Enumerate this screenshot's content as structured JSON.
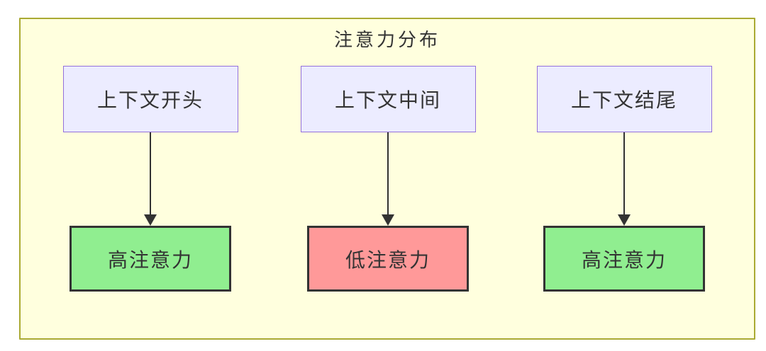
{
  "diagram": {
    "title": "注意力分布",
    "columns": [
      {
        "source_label": "上下文开头",
        "target_label": "高注意力",
        "attention_level": "high",
        "target_fill": "#90EE90"
      },
      {
        "source_label": "上下文中间",
        "target_label": "低注意力",
        "attention_level": "low",
        "target_fill": "#FF9999"
      },
      {
        "source_label": "上下文结尾",
        "target_label": "高注意力",
        "attention_level": "high",
        "target_fill": "#90EE90"
      }
    ],
    "colors": {
      "container_fill": "#ffffde",
      "container_border": "#aaaa33",
      "source_fill": "#ECECFF",
      "source_border": "#9370DB",
      "high_attention_fill": "#90EE90",
      "low_attention_fill": "#FF9999",
      "node_border_dark": "#333333",
      "arrow": "#333333",
      "text": "#333333"
    }
  }
}
